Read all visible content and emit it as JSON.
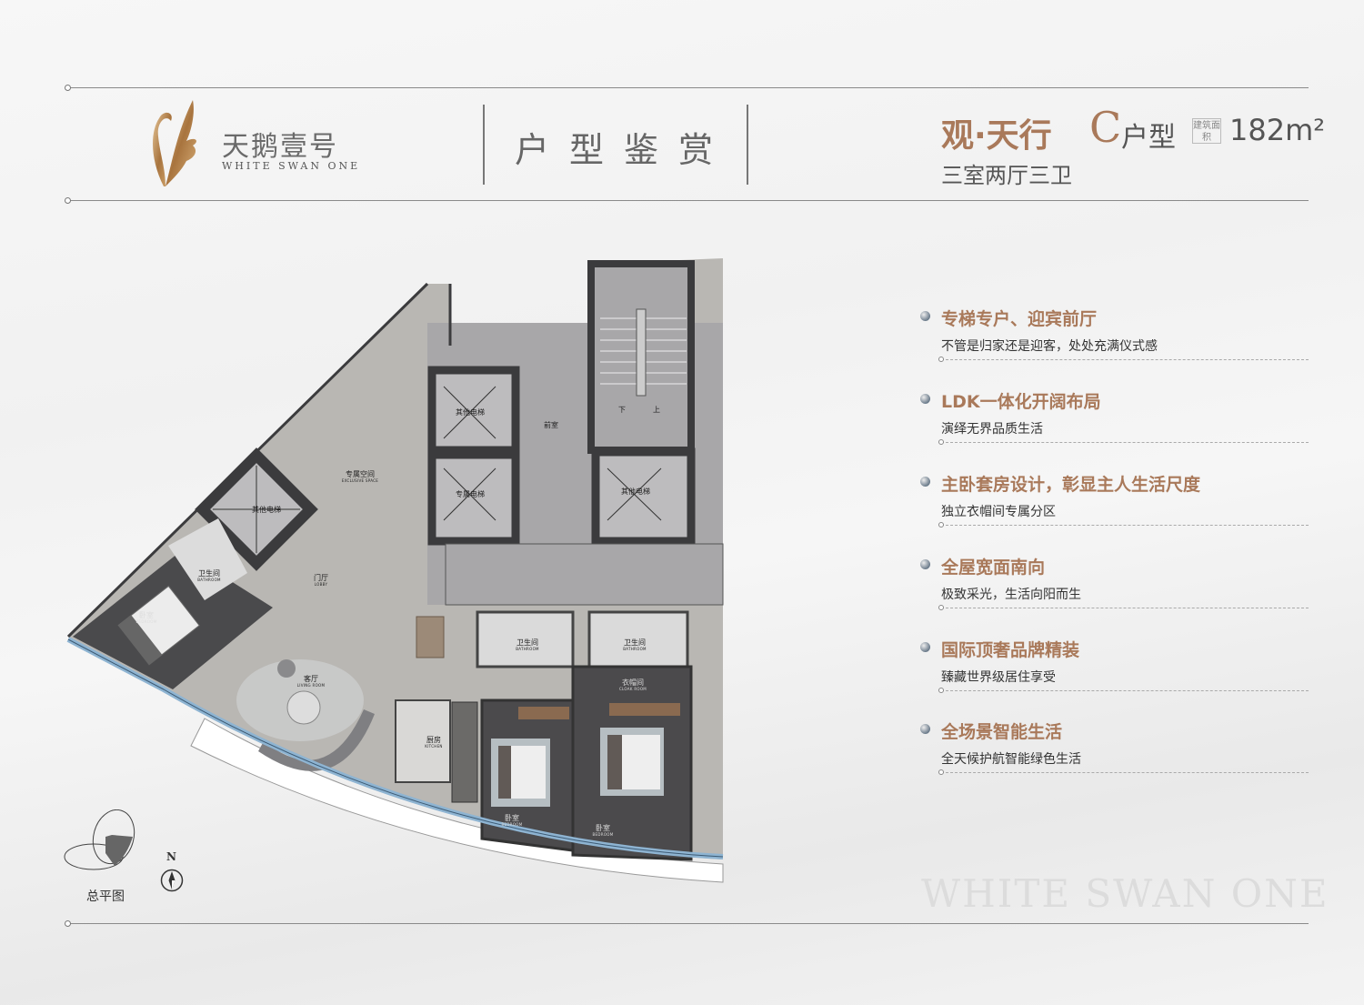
{
  "brand": {
    "name_zh": "天鹅壹号",
    "name_en": "WHITE SWAN ONE"
  },
  "header": {
    "section_title": "户型鉴赏"
  },
  "unit": {
    "name": "观·天行",
    "type_letter": "C",
    "type_suffix": "户型",
    "area_label": "建筑面积",
    "area": "182m²",
    "layout": "三室两厅三卫"
  },
  "features": [
    {
      "title": "专梯专户、迎宾前厅",
      "desc": "不管是归家还是迎客，处处充满仪式感"
    },
    {
      "title": "LDK一体化开阔布局",
      "desc": "演绎无界品质生活"
    },
    {
      "title": "主卧套房设计，彰显主人生活尺度",
      "desc": "独立衣帽间专属分区"
    },
    {
      "title": "全屋宽面南向",
      "desc": "极致采光，生活向阳而生"
    },
    {
      "title": "国际顶奢品牌精装",
      "desc": "臻藏世界级居住享受"
    },
    {
      "title": "全场景智能生活",
      "desc": "全天候护航智能绿色生活"
    }
  ],
  "plan": {
    "rooms": [
      {
        "zh": "专属空间",
        "en": "EXCLUSIVE SPACE"
      },
      {
        "zh": "其他电梯",
        "en": ""
      },
      {
        "zh": "专属电梯",
        "en": ""
      },
      {
        "zh": "其他电梯",
        "en": ""
      },
      {
        "zh": "其他电梯",
        "en": ""
      },
      {
        "zh": "前室",
        "en": ""
      },
      {
        "zh": "门厅",
        "en": "LOBBY"
      },
      {
        "zh": "卫生间",
        "en": "BATHROOM"
      },
      {
        "zh": "卧室",
        "en": "BEDROOM"
      },
      {
        "zh": "客厅",
        "en": "LIVING ROOM"
      },
      {
        "zh": "卫生间",
        "en": "BATHROOM"
      },
      {
        "zh": "卫生间",
        "en": "BATHROOM"
      },
      {
        "zh": "衣帽间",
        "en": "CLOAK ROOM"
      },
      {
        "zh": "厨房",
        "en": "KITCHEN"
      },
      {
        "zh": "卧室",
        "en": "BEDROOM"
      },
      {
        "zh": "卧室",
        "en": "BEDROOM"
      }
    ],
    "stair_down": "下",
    "stair_up": "上"
  },
  "site_plan": {
    "label": "总平图",
    "north": "N"
  },
  "watermark": "WHITE SWAN ONE"
}
